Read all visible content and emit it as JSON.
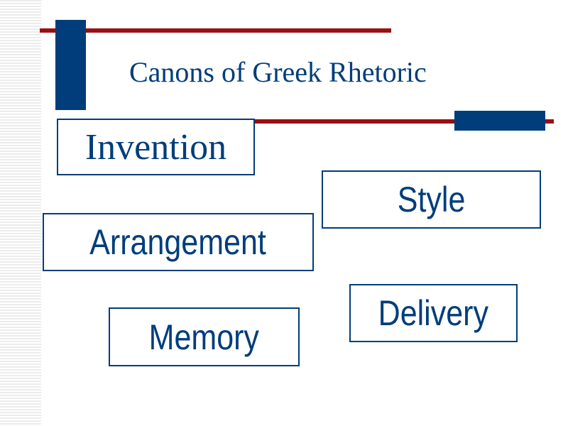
{
  "slide": {
    "title": "Canons of Greek Rhetoric",
    "canons": {
      "invention": "Invention",
      "style": "Style",
      "arrangement": "Arrangement",
      "delivery": "Delivery",
      "memory": "Memory"
    }
  },
  "colors": {
    "accent_blue": "#003d7a",
    "accent_red": "#9a0f12",
    "stripe_gray": "#ececec",
    "background": "#ffffff"
  }
}
